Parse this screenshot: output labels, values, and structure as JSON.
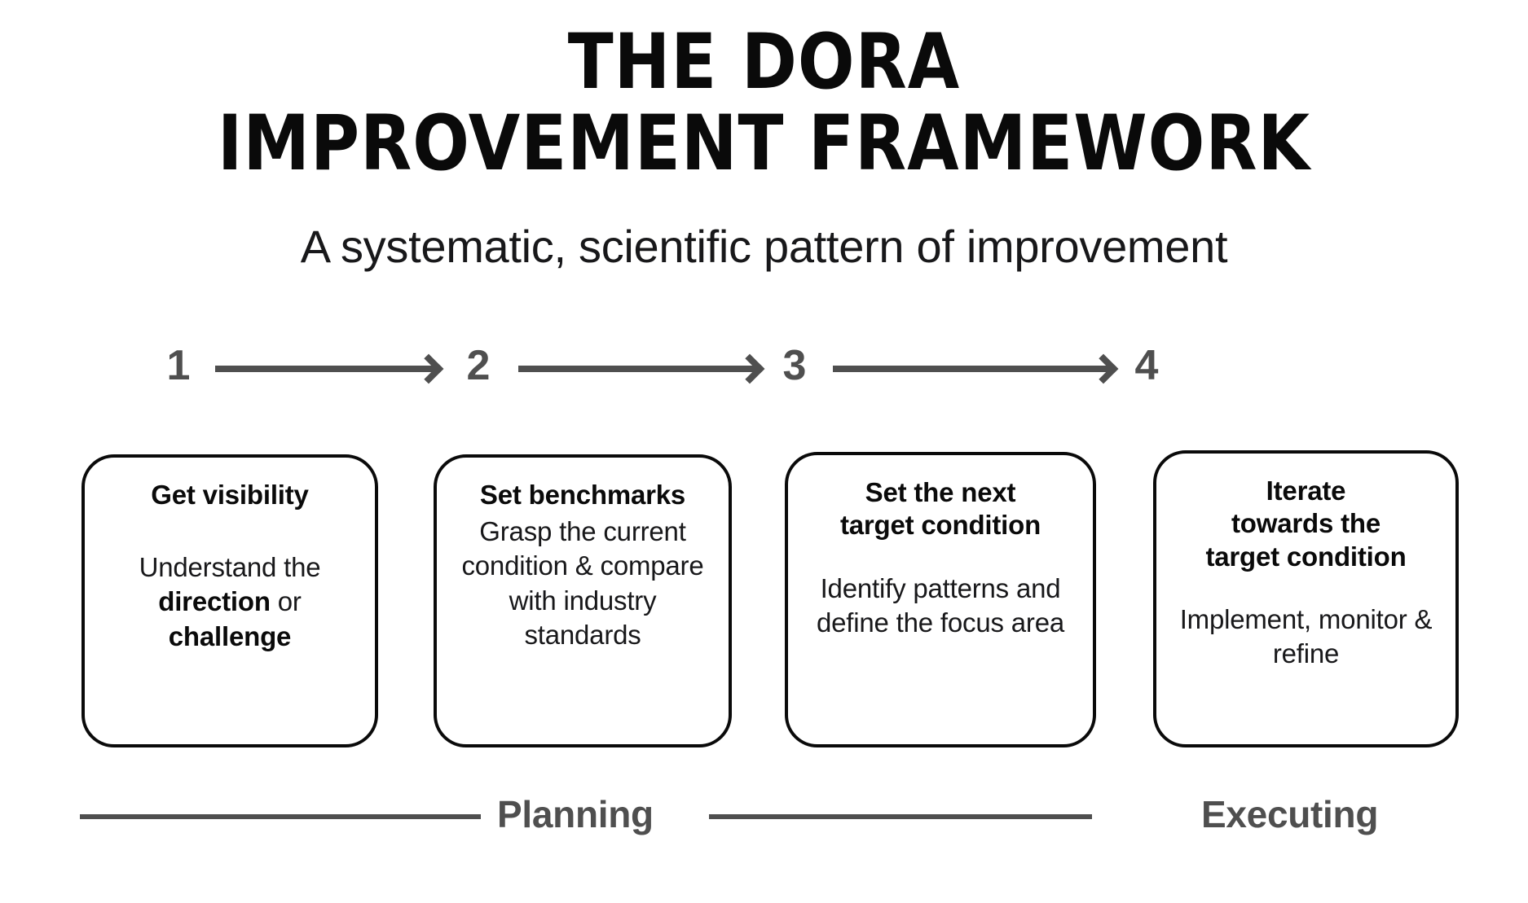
{
  "header": {
    "title_line_1": "THE DORA",
    "title_line_2": "IMPROVEMENT FRAMEWORK",
    "subtitle": "A systematic, scientific pattern of improvement"
  },
  "steps": [
    {
      "number": "1"
    },
    {
      "number": "2"
    },
    {
      "number": "3"
    },
    {
      "number": "4"
    }
  ],
  "cards": [
    {
      "title": "Get visibility",
      "body_prefix": "Understand the ",
      "body_bold_1": "direction",
      "body_mid": " or ",
      "body_bold_2": "challenge",
      "body_suffix": ""
    },
    {
      "title": "Set benchmarks",
      "body": "Grasp the current condition & compare with industry standards"
    },
    {
      "title_line_1": "Set the next",
      "title_line_2": "target condition",
      "body": "Identify patterns and define the focus area"
    },
    {
      "title_line_1": "Iterate",
      "title_line_2": "towards the",
      "title_line_3": "target condition",
      "body": "Implement, monitor & refine"
    }
  ],
  "phases": {
    "planning": "Planning",
    "executing": "Executing"
  },
  "colors": {
    "ink": "#0a0a0a",
    "gray": "#4f4f4f",
    "background": "#ffffff"
  }
}
